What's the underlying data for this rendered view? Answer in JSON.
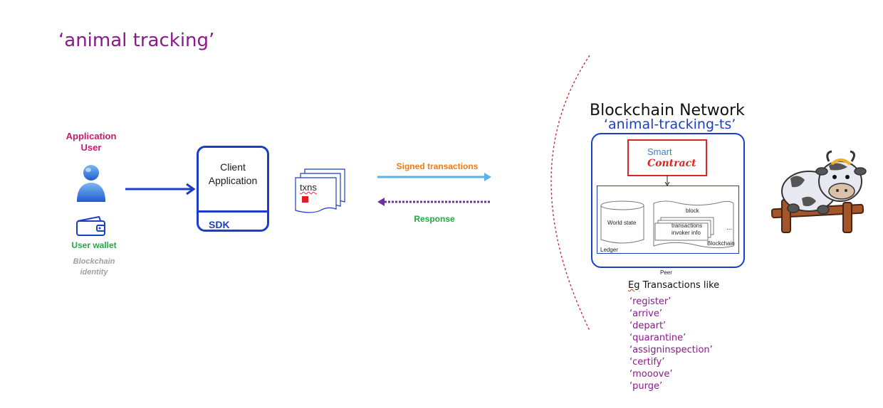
{
  "title": "‘animal tracking’",
  "user": {
    "label_line1": "Application",
    "label_line2": "User",
    "wallet_label": "User wallet",
    "identity_line1": "Blockchain",
    "identity_line2": "identity"
  },
  "client": {
    "label_line1": "Client",
    "label_line2": "Application",
    "sdk_label": "SDK"
  },
  "txns_label": "txns",
  "arrows": {
    "signed_label": "Signed transactions",
    "response_label": "Response"
  },
  "network": {
    "title": "Blockchain Network",
    "subtitle": "‘animal-tracking-ts’",
    "smart_line1": "Smart",
    "smart_line2": "Contract",
    "world_state": "World state",
    "block_label": "block",
    "transactions_label": "transactions",
    "invoker_label": "invoker info",
    "ellipsis": "...",
    "blockchain_label": "Blockchain",
    "ledger_label": "Ledger",
    "peer_label": "Peer"
  },
  "examples": {
    "heading_first": "Eg",
    "heading_rest": " Transactions like",
    "items": [
      "‘register’",
      "‘arrive’",
      "‘depart’",
      "‘quarantine’",
      "‘assigninspection’",
      "‘certify’",
      "‘mooove’",
      "‘purge’"
    ]
  },
  "colors": {
    "title": "#8a1a8a",
    "user": "#d0186b",
    "wallet": "#22a845",
    "blue": "#1a3fc4",
    "signed": "#f07a18",
    "response_arrow": "#7030a0",
    "smart_border": "#e02424"
  },
  "icons": [
    "user-icon",
    "wallet-icon",
    "document-stack-icon",
    "cow-icon"
  ]
}
